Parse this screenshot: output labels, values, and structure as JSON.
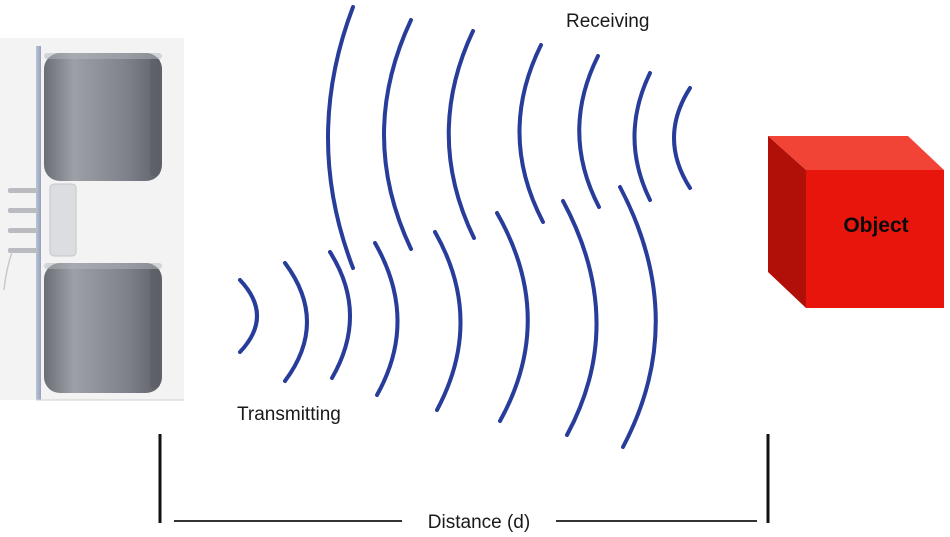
{
  "labels": {
    "receiving": "Receiving",
    "transmitting": "Transmitting",
    "object": "Object",
    "distance": "Distance (d)"
  },
  "colors": {
    "wave": "#283c9a",
    "object_front": "#e8150d",
    "object_side": "#b01008",
    "object_top": "#f24436",
    "sensor_panel": "#f1f1f1",
    "sensor_housing": "#8a8d94",
    "marker": "#111111"
  }
}
